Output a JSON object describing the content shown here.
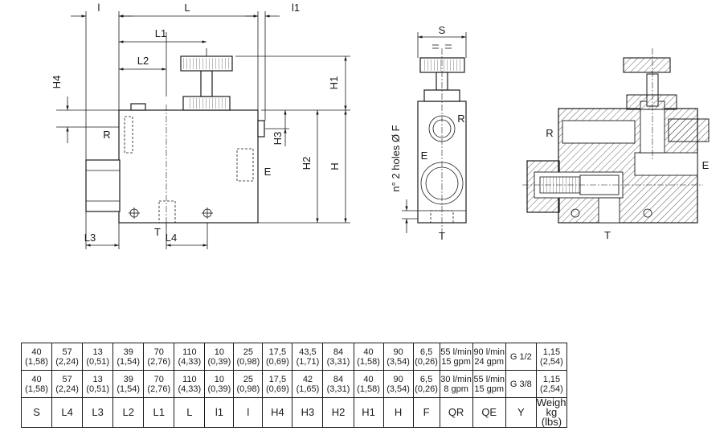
{
  "labels": {
    "dim_l_small": "l",
    "dim_L": "L",
    "dim_l1_small": "l1",
    "dim_L1": "L1",
    "dim_L2": "L2",
    "dim_H4": "H4",
    "dim_R": "R",
    "dim_H1": "H1",
    "dim_H3": "H3",
    "dim_H2": "H2",
    "dim_H": "H",
    "dim_E": "E",
    "dim_L3": "L3",
    "dim_T": "T",
    "dim_L4": "L4",
    "dim_S": "S",
    "holes": "n° 2 holes Ø F",
    "side_R": "R",
    "side_E": "E",
    "side_T": "T",
    "sec_R": "R",
    "sec_E": "E",
    "sec_T": "T"
  },
  "table": {
    "rows": [
      [
        [
          "40",
          "(1,58)"
        ],
        [
          "57",
          "(2,24)"
        ],
        [
          "13",
          "(0,51)"
        ],
        [
          "39",
          "(1,54)"
        ],
        [
          "70",
          "(2,76)"
        ],
        [
          "110",
          "(4,33)"
        ],
        [
          "10",
          "(0,39)"
        ],
        [
          "25",
          "(0,98)"
        ],
        [
          "17,5",
          "(0,69)"
        ],
        [
          "43,5",
          "(1,71)"
        ],
        [
          "84",
          "(3,31)"
        ],
        [
          "40",
          "(1,58)"
        ],
        [
          "90",
          "(3,54)"
        ],
        [
          "6,5",
          "(0,26)"
        ],
        [
          "55 l/min",
          "15 gpm"
        ],
        [
          "90 l/min",
          "24 gpm"
        ],
        [
          "G 1/2",
          ""
        ],
        [
          "1,15",
          "(2,54)"
        ]
      ],
      [
        [
          "40",
          "(1,58)"
        ],
        [
          "57",
          "(2,24)"
        ],
        [
          "13",
          "(0,51)"
        ],
        [
          "39",
          "(1,54)"
        ],
        [
          "70",
          "(2,76)"
        ],
        [
          "110",
          "(4,33)"
        ],
        [
          "10",
          "(0,39)"
        ],
        [
          "25",
          "(0,98)"
        ],
        [
          "17,5",
          "(0,69)"
        ],
        [
          "42",
          "(1,65)"
        ],
        [
          "84",
          "(3,31)"
        ],
        [
          "40",
          "(1,58)"
        ],
        [
          "90",
          "(3,54)"
        ],
        [
          "6,5",
          "(0,26)"
        ],
        [
          "30 l/min",
          "8 gpm"
        ],
        [
          "55 l/min",
          "15 gpm"
        ],
        [
          "G 3/8",
          ""
        ],
        [
          "1,15",
          "(2,54)"
        ]
      ],
      [
        [
          "S",
          ""
        ],
        [
          "L4",
          ""
        ],
        [
          "L3",
          ""
        ],
        [
          "L2",
          ""
        ],
        [
          "L1",
          ""
        ],
        [
          "L",
          ""
        ],
        [
          "l1",
          ""
        ],
        [
          "l",
          ""
        ],
        [
          "H4",
          ""
        ],
        [
          "H3",
          ""
        ],
        [
          "H2",
          ""
        ],
        [
          "H1",
          ""
        ],
        [
          "H",
          ""
        ],
        [
          "F",
          ""
        ],
        [
          "QR",
          ""
        ],
        [
          "QE",
          ""
        ],
        [
          "Y",
          ""
        ],
        [
          "Weight",
          "kg (lbs)"
        ]
      ]
    ]
  }
}
